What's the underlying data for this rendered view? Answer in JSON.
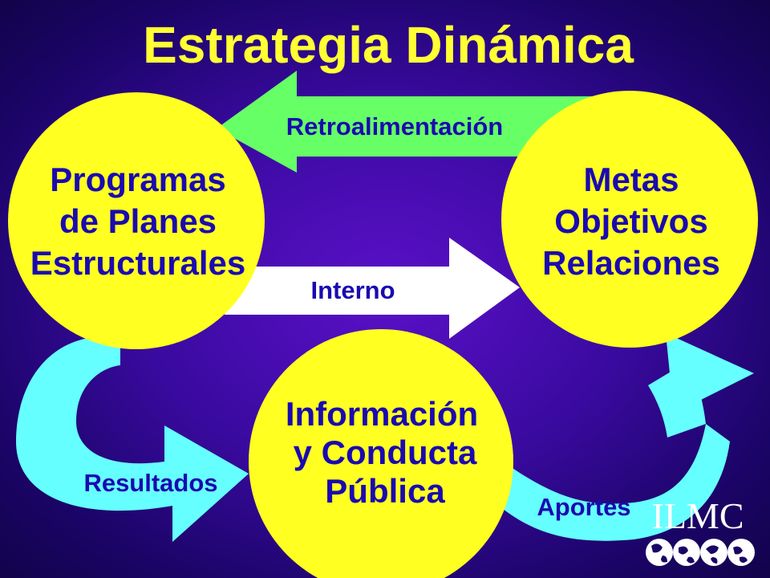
{
  "title": "Estrategia Dinámica",
  "nodes": {
    "programas": [
      "Programas",
      "de Planes",
      "Estructurales"
    ],
    "metas": [
      "Metas",
      "Objetivos",
      "Relaciones"
    ],
    "informacion": [
      "Información",
      "y Conducta",
      "Pública"
    ]
  },
  "arrows": {
    "retroalimentacion": "Retroalimentación",
    "interno": "Interno",
    "resultados": "Resultados",
    "aportes": "Aportes"
  },
  "logo": {
    "text": "ILMC",
    "icon": "globe-icon"
  },
  "colors": {
    "circle": "#ffff22",
    "node_text": "#1a0ab0",
    "title": "#ffff33",
    "feedback_arrow": "#66ff66",
    "internal_arrow": "#ffffff",
    "curved_arrows": "#66ffff"
  }
}
